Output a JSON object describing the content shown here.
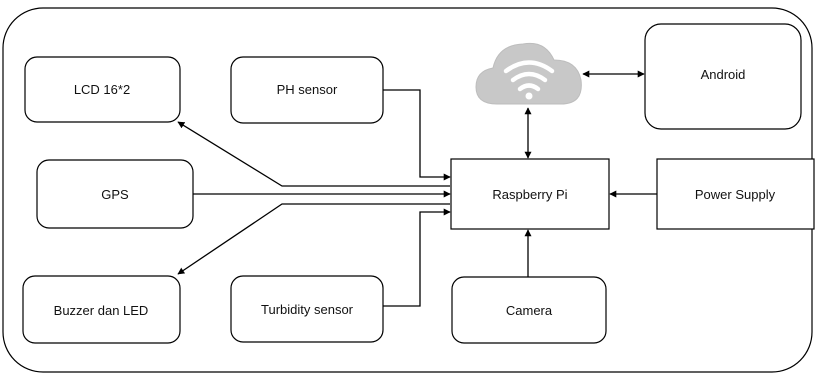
{
  "diagram": {
    "nodes": {
      "lcd": "LCD 16*2",
      "ph_sensor": "PH sensor",
      "android": "Android",
      "gps": "GPS",
      "raspberry_pi": "Raspberry Pi",
      "power_supply": "Power Supply",
      "buzzer_led": "Buzzer dan LED",
      "turbidity_sensor": "Turbidity sensor",
      "camera": "Camera"
    },
    "edges": [
      {
        "from": "ph_sensor",
        "to": "raspberry_pi"
      },
      {
        "from": "gps",
        "to": "raspberry_pi"
      },
      {
        "from": "turbidity_sensor",
        "to": "raspberry_pi"
      },
      {
        "from": "raspberry_pi",
        "to": "lcd"
      },
      {
        "from": "raspberry_pi",
        "to": "buzzer_led"
      },
      {
        "from": "power_supply",
        "to": "raspberry_pi"
      },
      {
        "from": "camera",
        "to": "raspberry_pi"
      },
      {
        "from": "raspberry_pi",
        "to": "cloud",
        "bidirectional": true
      },
      {
        "from": "cloud",
        "to": "android",
        "bidirectional": true
      }
    ],
    "cloud_icon": "cloud-wifi-icon",
    "colors": {
      "cloud": "#c8c8c8",
      "wifi": "#ffffff",
      "stroke": "#000000"
    }
  }
}
